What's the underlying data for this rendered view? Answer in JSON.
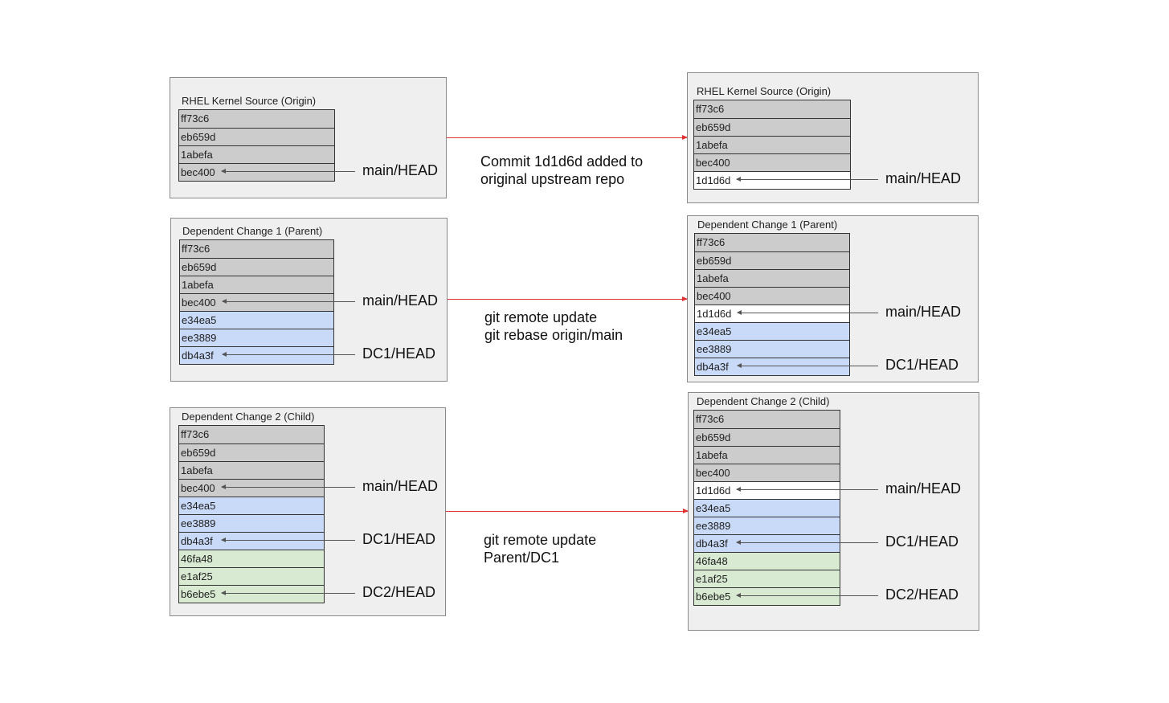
{
  "diagram": {
    "panels": [
      {
        "title": "RHEL Kernel Source (Origin)",
        "commits": [
          {
            "hash": "ff73c6",
            "kind": "origin"
          },
          {
            "hash": "eb659d",
            "kind": "origin"
          },
          {
            "hash": "1abefa",
            "kind": "origin"
          },
          {
            "hash": "bec400",
            "kind": "origin"
          }
        ],
        "refs": [
          {
            "label": "main/HEAD",
            "commit": "bec400"
          }
        ]
      },
      {
        "title": "RHEL Kernel Source (Origin)",
        "commits": [
          {
            "hash": "ff73c6",
            "kind": "origin"
          },
          {
            "hash": "eb659d",
            "kind": "origin"
          },
          {
            "hash": "1abefa",
            "kind": "origin"
          },
          {
            "hash": "bec400",
            "kind": "origin"
          },
          {
            "hash": "1d1d6d",
            "kind": "new"
          }
        ],
        "refs": [
          {
            "label": "main/HEAD",
            "commit": "1d1d6d"
          }
        ]
      },
      {
        "title": "Dependent Change 1 (Parent)",
        "commits": [
          {
            "hash": "ff73c6",
            "kind": "origin"
          },
          {
            "hash": "eb659d",
            "kind": "origin"
          },
          {
            "hash": "1abefa",
            "kind": "origin"
          },
          {
            "hash": "bec400",
            "kind": "origin"
          },
          {
            "hash": "e34ea5",
            "kind": "dc1"
          },
          {
            "hash": "ee3889",
            "kind": "dc1"
          },
          {
            "hash": "db4a3f",
            "kind": "dc1"
          }
        ],
        "refs": [
          {
            "label": "main/HEAD",
            "commit": "bec400"
          },
          {
            "label": "DC1/HEAD",
            "commit": "db4a3f"
          }
        ]
      },
      {
        "title": "Dependent Change 1 (Parent)",
        "commits": [
          {
            "hash": "ff73c6",
            "kind": "origin"
          },
          {
            "hash": "eb659d",
            "kind": "origin"
          },
          {
            "hash": "1abefa",
            "kind": "origin"
          },
          {
            "hash": "bec400",
            "kind": "origin"
          },
          {
            "hash": "1d1d6d",
            "kind": "new"
          },
          {
            "hash": "e34ea5",
            "kind": "dc1"
          },
          {
            "hash": "ee3889",
            "kind": "dc1"
          },
          {
            "hash": "db4a3f",
            "kind": "dc1"
          }
        ],
        "refs": [
          {
            "label": "main/HEAD",
            "commit": "1d1d6d"
          },
          {
            "label": "DC1/HEAD",
            "commit": "db4a3f"
          }
        ]
      },
      {
        "title": "Dependent Change 2 (Child)",
        "commits": [
          {
            "hash": "ff73c6",
            "kind": "origin"
          },
          {
            "hash": "eb659d",
            "kind": "origin"
          },
          {
            "hash": "1abefa",
            "kind": "origin"
          },
          {
            "hash": "bec400",
            "kind": "origin"
          },
          {
            "hash": "e34ea5",
            "kind": "dc1"
          },
          {
            "hash": "ee3889",
            "kind": "dc1"
          },
          {
            "hash": "db4a3f",
            "kind": "dc1"
          },
          {
            "hash": "46fa48",
            "kind": "dc2"
          },
          {
            "hash": "e1af25",
            "kind": "dc2"
          },
          {
            "hash": "b6ebe5",
            "kind": "dc2"
          }
        ],
        "refs": [
          {
            "label": "main/HEAD",
            "commit": "bec400"
          },
          {
            "label": "DC1/HEAD",
            "commit": "db4a3f"
          },
          {
            "label": "DC2/HEAD",
            "commit": "b6ebe5"
          }
        ]
      },
      {
        "title": "Dependent Change 2 (Child)",
        "commits": [
          {
            "hash": "ff73c6",
            "kind": "origin"
          },
          {
            "hash": "eb659d",
            "kind": "origin"
          },
          {
            "hash": "1abefa",
            "kind": "origin"
          },
          {
            "hash": "bec400",
            "kind": "origin"
          },
          {
            "hash": "1d1d6d",
            "kind": "new"
          },
          {
            "hash": "e34ea5",
            "kind": "dc1"
          },
          {
            "hash": "ee3889",
            "kind": "dc1"
          },
          {
            "hash": "db4a3f",
            "kind": "dc1"
          },
          {
            "hash": "46fa48",
            "kind": "dc2"
          },
          {
            "hash": "e1af25",
            "kind": "dc2"
          },
          {
            "hash": "b6ebe5",
            "kind": "dc2"
          }
        ],
        "refs": [
          {
            "label": "main/HEAD",
            "commit": "1d1d6d"
          },
          {
            "label": "DC1/HEAD",
            "commit": "db4a3f"
          },
          {
            "label": "DC2/HEAD",
            "commit": "b6ebe5"
          }
        ]
      }
    ],
    "transitions": [
      {
        "lines": [
          "Commit 1d1d6d added to",
          "original upstream repo"
        ]
      },
      {
        "lines": [
          "git remote update",
          "git rebase origin/main"
        ]
      },
      {
        "lines": [
          "git remote update",
          "Parent/DC1"
        ]
      }
    ],
    "colors": {
      "origin": "#cccccc",
      "new": "#ffffff",
      "dc1": "#c9daf8",
      "dc2": "#d9ead3",
      "connector": "#e03030"
    }
  }
}
